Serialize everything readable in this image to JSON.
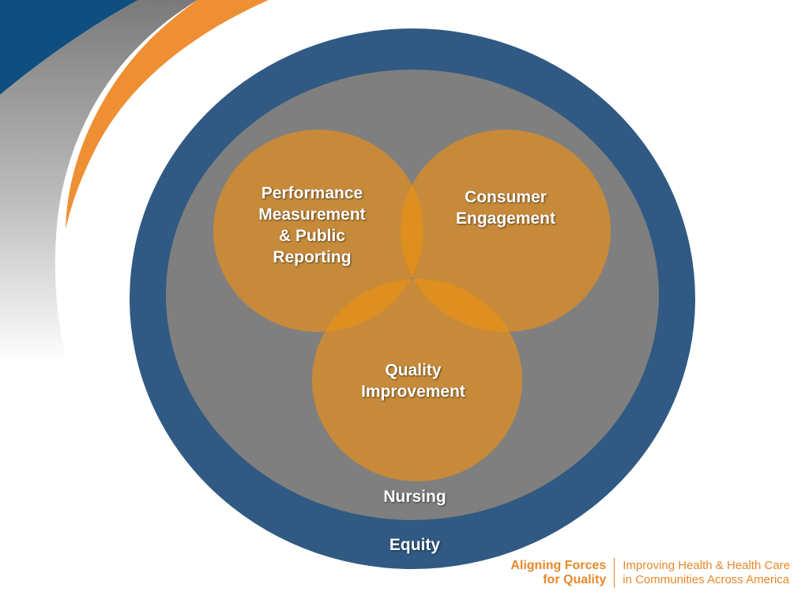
{
  "diagram": {
    "circles": [
      {
        "label": "Performance\nMeasurement\n& Public\nReporting"
      },
      {
        "label": "Consumer\nEngagement"
      },
      {
        "label": "Quality\nImprovement"
      }
    ],
    "inner_ring_label": "Nursing",
    "outer_ring_label": "Equity"
  },
  "footer": {
    "brand": "Aligning Forces\nfor Quality",
    "tagline": "Improving Health & Health Care\nin Communities Across America"
  },
  "colors": {
    "outer_ring": "#305a83",
    "inner_ring": "#7f7f7f",
    "circle_fill": "#c68a3a",
    "overlap_fill": "#de8f20",
    "orange_swoosh": "#ef8f34",
    "navy_swoosh": "#0f4f7f",
    "text": "#ffffff"
  }
}
